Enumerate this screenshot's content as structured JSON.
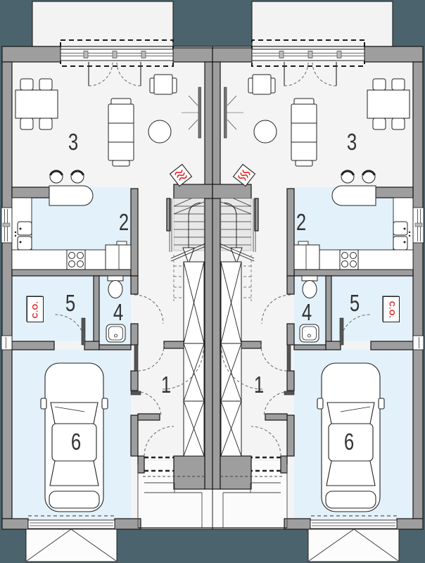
{
  "floor_plan": {
    "colors": {
      "background": "#4b636d",
      "wall": "#9e9e9e",
      "floor": "#f4f4f4",
      "wet_room_floor": "#e3f1fa",
      "stair_fill": "#e8e8e8",
      "heating_red": "#e02424"
    },
    "units": {
      "left": {
        "room_1_hall": "1",
        "room_2_kitchen": "2",
        "room_3_living": "3",
        "room_4_bathroom": "4",
        "room_5_corridor": "5",
        "room_6_garage": "6",
        "heating_box": "C.O."
      },
      "right": {
        "room_1_hall": "1",
        "room_2_kitchen": "2",
        "room_3_living": "3",
        "room_4_bathroom": "4",
        "room_5_corridor": "5",
        "room_6_garage": "6",
        "heating_box": "C.O."
      }
    }
  }
}
